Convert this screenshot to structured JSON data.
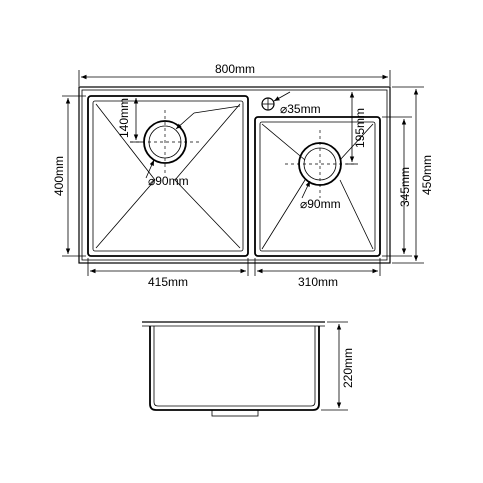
{
  "dimensions": {
    "total_width": "800mm",
    "total_depth": "450mm",
    "left_bowl_depth": "400mm",
    "right_bowl_depth": "345mm",
    "left_bowl_width": "415mm",
    "right_bowl_width": "310mm",
    "left_drain_offset": "140mm",
    "right_drain_offset": "195mm",
    "tap_hole": "⌀35mm",
    "left_drain": "⌀90mm",
    "right_drain": "⌀90mm",
    "bowl_height": "220mm"
  },
  "colors": {
    "line": "#000000",
    "background": "#ffffff"
  },
  "icons": {
    "arrowhead": "filled-triangle-arrowhead"
  }
}
